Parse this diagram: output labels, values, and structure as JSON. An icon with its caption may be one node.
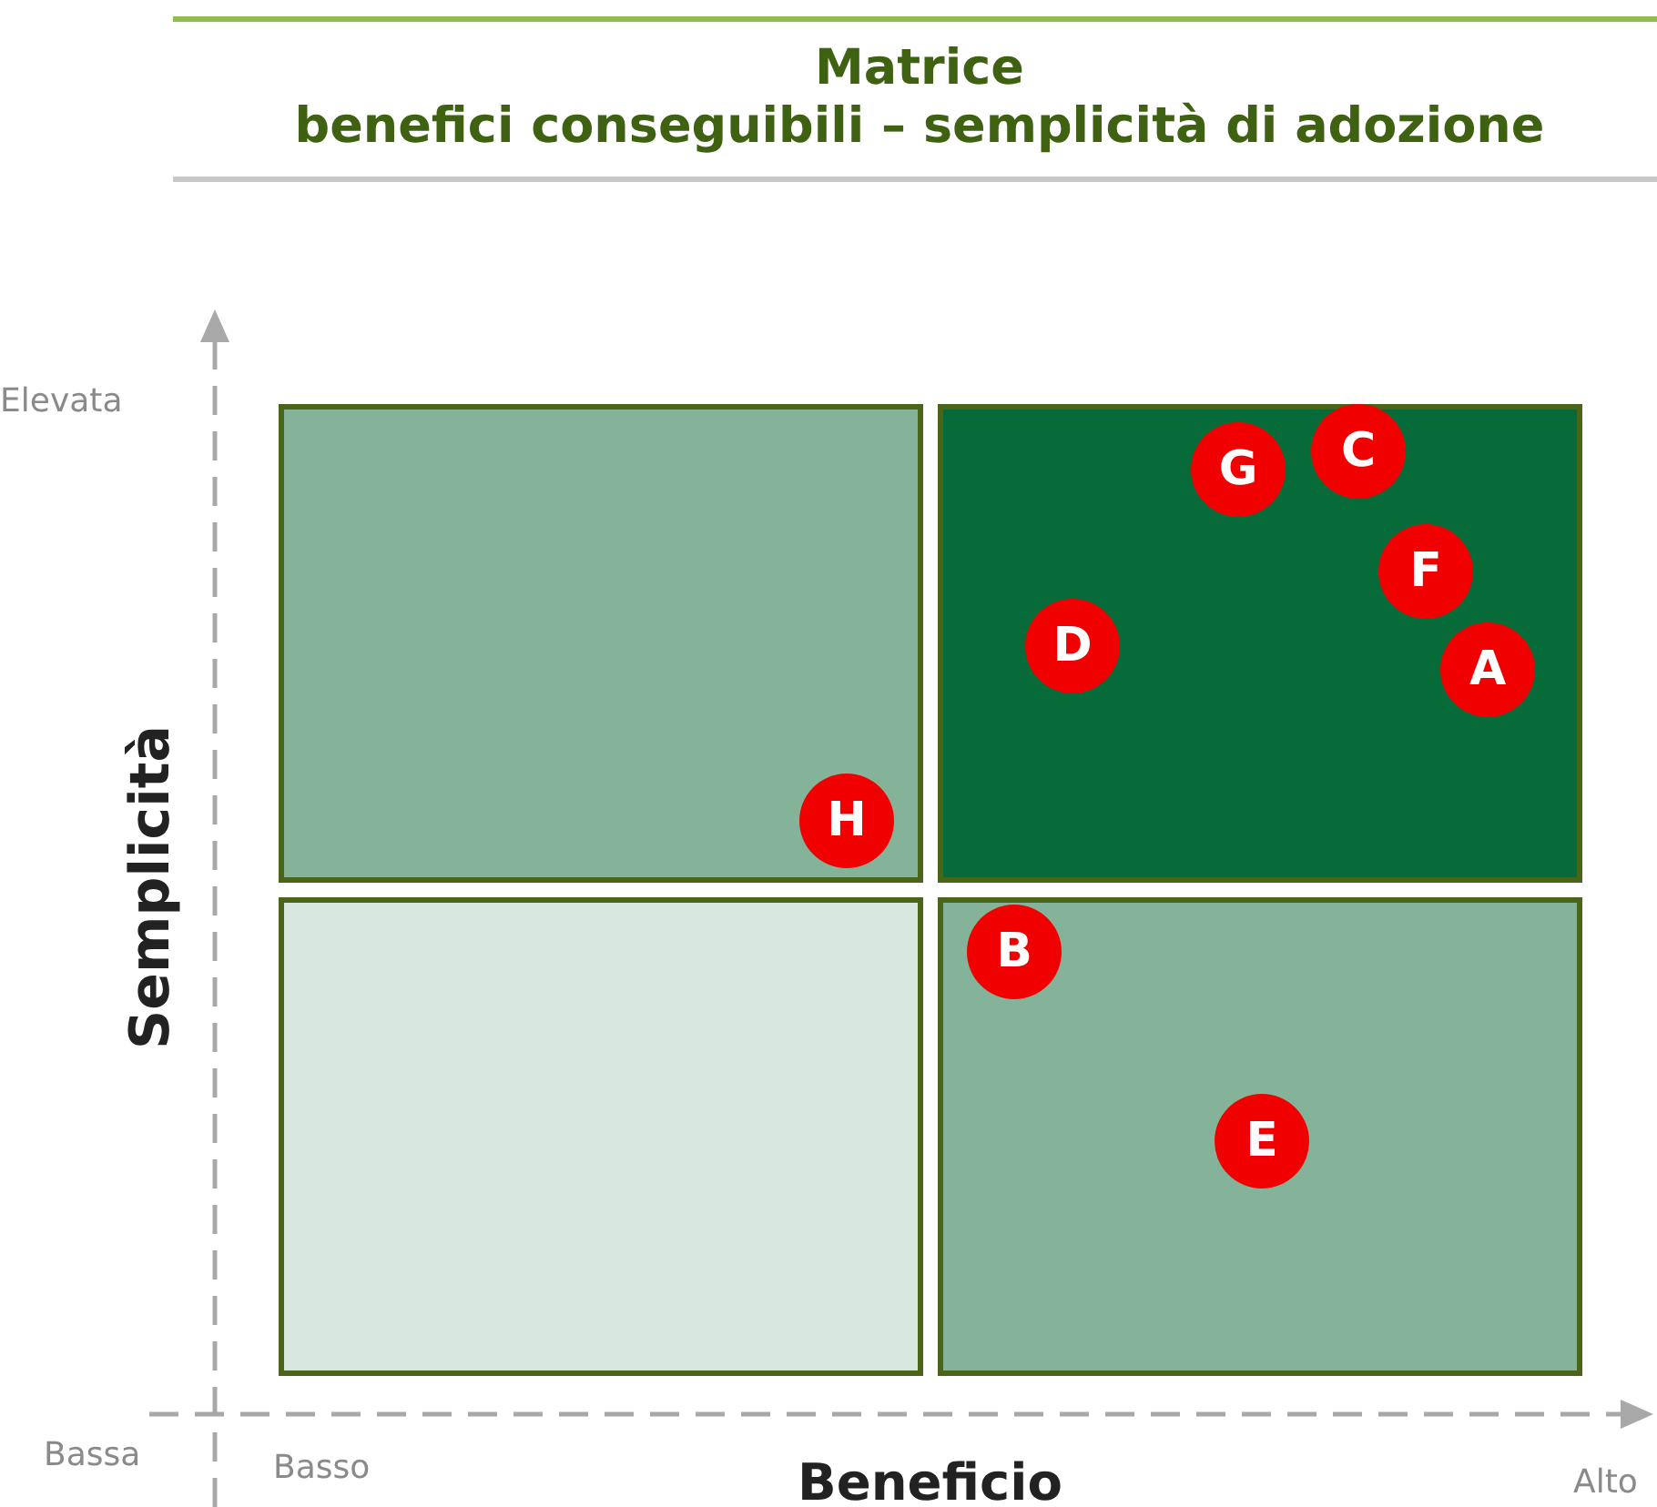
{
  "diagram": {
    "title": "Matrice benefici conseguibili – semplicità di adozione",
    "nodes": [
      {
        "text": [],
        "shape": "box"
      },
      {
        "text": [
          "H"
        ],
        "in": 0
      },
      {
        "text": [],
        "shape": "box"
      },
      {
        "text": [
          "C"
        ],
        "in": 2
      },
      {
        "text": [
          "G"
        ],
        "in": 2
      },
      {
        "text": [
          "F"
        ],
        "in": 2
      },
      {
        "text": [
          "D"
        ],
        "in": 2
      },
      {
        "text": [
          "A"
        ],
        "in": 2
      },
      {
        "text": [],
        "shape": "box"
      },
      {
        "text": [],
        "shape": "box"
      },
      {
        "text": [
          "B"
        ],
        "in": 9
      },
      {
        "text": [
          "E"
        ],
        "in": 9
      }
    ],
    "edges": [],
    "labels": [
      "Elevata",
      "Semplicità",
      "Bassa",
      "Basso",
      "Beneficio",
      "Alto"
    ]
  }
}
